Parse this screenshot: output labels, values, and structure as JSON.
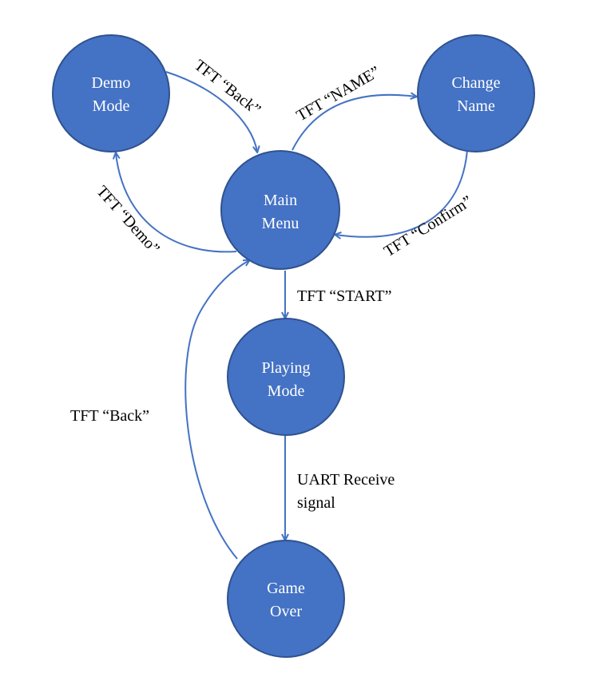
{
  "colors": {
    "node_fill": "#4472c4",
    "node_stroke": "#2f528f",
    "edge": "#4472c4",
    "label_text": "#000000",
    "node_text": "#ffffff"
  },
  "nodes": {
    "demo_mode": [
      "Demo",
      "Mode"
    ],
    "change_name": [
      "Change",
      "Name"
    ],
    "main_menu": [
      "Main",
      "Menu"
    ],
    "playing_mode": [
      "Playing",
      "Mode"
    ],
    "game_over": [
      "Game",
      "Over"
    ]
  },
  "edges": {
    "demo_to_main": "TFT “Back”",
    "main_to_demo": "TFT “Demo”",
    "main_to_change": "TFT “NAME”",
    "change_to_main": "TFT “Confirm”",
    "main_to_playing": "TFT “START”",
    "playing_to_gameover": [
      "UART Receive",
      "signal"
    ],
    "gameover_to_main": "TFT “Back”"
  }
}
